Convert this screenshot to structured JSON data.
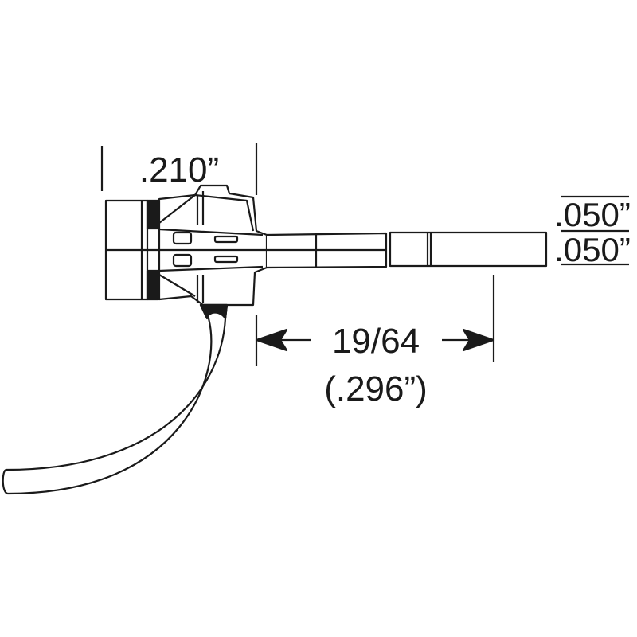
{
  "diagram": {
    "subject": "coupler-side-view",
    "colors": {
      "stroke": "#1a1a1a",
      "fill": "#ffffff",
      "background": "#ffffff"
    },
    "dimensions": {
      "head_width": ".210”",
      "shank_offset_top": ".050”",
      "shank_offset_bottom": ".050”",
      "shank_length_fraction": "19/64",
      "shank_length_decimal": "(.296”)"
    }
  }
}
